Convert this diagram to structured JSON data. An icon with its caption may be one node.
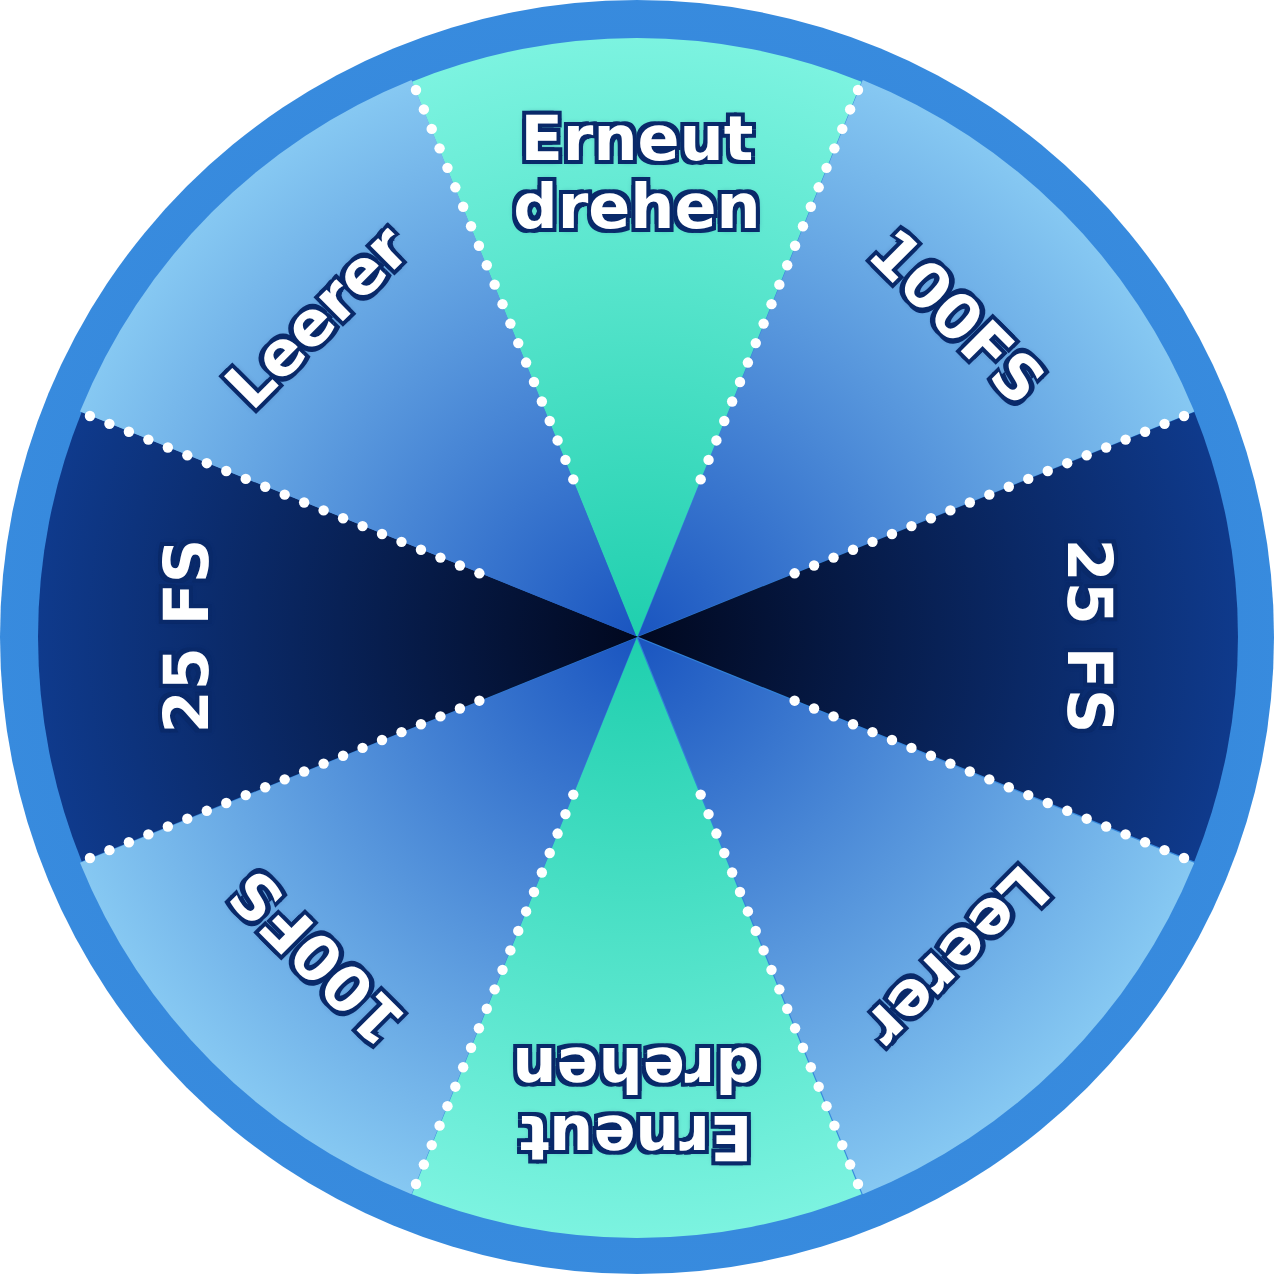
{
  "diagram": {
    "nodes": [
      {
        "text": [],
        "shape": "circle"
      },
      {
        "text": [
          "Erneut drehen"
        ],
        "in": 0
      },
      {
        "text": [
          "100FS"
        ],
        "in": 0
      },
      {
        "text": [
          "25 FS"
        ],
        "in": 0
      },
      {
        "text": [
          "Leerer"
        ],
        "in": 0
      },
      {
        "text": [
          "Erneut drehen"
        ],
        "in": 0
      },
      {
        "text": [
          "100FS"
        ],
        "in": 0
      },
      {
        "text": [
          "25 FS"
        ],
        "in": 0
      },
      {
        "text": [
          "Leerer"
        ],
        "in": 0
      }
    ],
    "edges": []
  }
}
